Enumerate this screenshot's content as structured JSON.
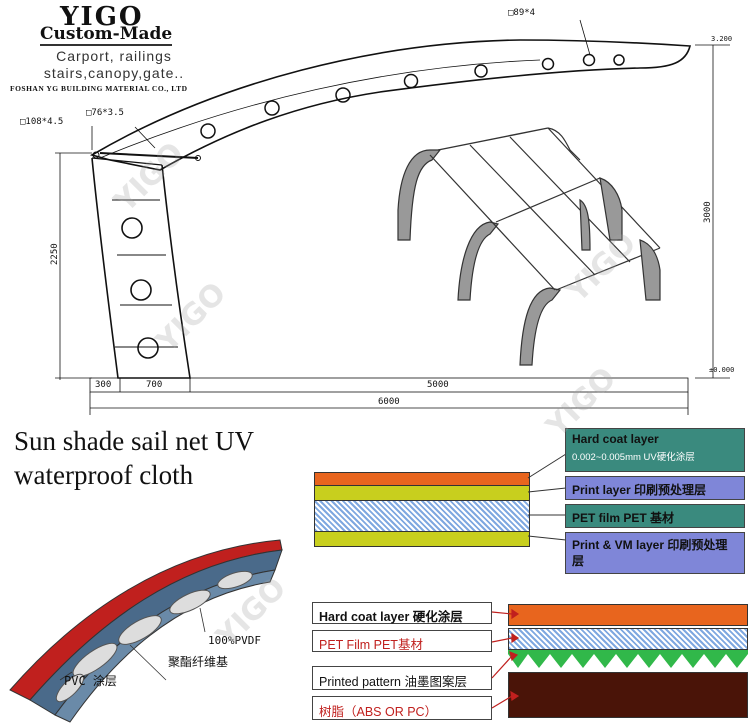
{
  "brand": {
    "name": "YIGO",
    "subtitle": "Custom-Made",
    "tagline_1": "Carport, railings",
    "tagline_2": "stairs,canopy,gate..",
    "company": "FOSHAN YG BUILDING MATERIAL CO., LTD"
  },
  "drawing": {
    "pipe_top": "□89*4",
    "pipe_left": "□108*4.5",
    "pipe_mid": "□76*3.5",
    "height_left": "2250",
    "height_right": "3000",
    "level_top": "3.200",
    "level_bottom": "±0.000",
    "seg_1": "300",
    "seg_2": "700",
    "seg_3": "5000",
    "total_width": "6000"
  },
  "title_line_1": "Sun shade sail net UV",
  "title_line_2": "waterproof cloth",
  "pet_layers": {
    "hard_coat": "Hard coat layer",
    "hard_coat_spec": "0.002~0.005mm UV硬化涂层",
    "print": "Print  layer 印刷预处理层",
    "pet_film": "PET film  PET 基材",
    "print_vm": "Print & VM layer 印刷预处理层"
  },
  "bottom_layers": {
    "hard_coat": "Hard coat layer 硬化涂层",
    "pet_film": "PET Film PET基材",
    "printed": "Printed pattern 油墨图案层",
    "resin": "树脂（ABS OR PC）"
  },
  "fabric_labels": {
    "pvdf": "100%PVDF",
    "fiber": "聚酯纤维基",
    "pvc": "PVC 涂层"
  },
  "watermark": "YIGO",
  "colors": {
    "teal_box": "#3a8a7e",
    "blue_box": "#7f86d8",
    "orange": "#e8651e",
    "yellow": "#c8cf1e",
    "dark_brown": "#4a1408",
    "green": "#31b84a",
    "red_arrow": "#c0201e"
  }
}
